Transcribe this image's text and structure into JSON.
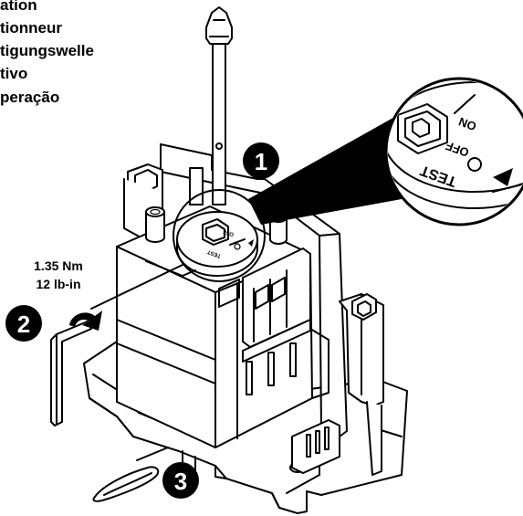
{
  "caption": {
    "lines": [
      "ation",
      "tionneur",
      "tigungswelle",
      "tivo",
      "peração"
    ]
  },
  "torque": {
    "nm": "1.35 Nm",
    "lbin": "12 lb-in"
  },
  "steps": {
    "one": "1",
    "two": "2",
    "three": "3"
  },
  "dial": {
    "test": "TEST",
    "off": "OFF",
    "on": "ON"
  },
  "colors": {
    "ink": "#000000",
    "paper": "#ffffff",
    "shade": "#d9d9d9"
  },
  "icons": {
    "badges": "numbered-step-badge",
    "wrench": "hex-key-icon",
    "arrow": "curved-rotation-arrow-icon",
    "pin": "locking-pin-icon"
  }
}
